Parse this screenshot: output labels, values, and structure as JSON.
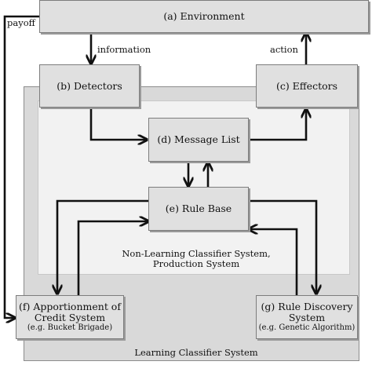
{
  "boxes": {
    "environment": {
      "label": "(a) Environment"
    },
    "detectors": {
      "label": "(b) Detectors"
    },
    "effectors": {
      "label": "(c) Effectors"
    },
    "message_list": {
      "label": "(d) Message List"
    },
    "rule_base": {
      "label": "(e) Rule Base"
    },
    "apportionment": {
      "line1": "(f) Apportionment of",
      "line2": "Credit System",
      "sub": "(e.g. Bucket Brigade)"
    },
    "rule_discovery": {
      "line1": "(g) Rule Discovery",
      "line2": "System",
      "sub": "(e.g. Genetic Algorithm)"
    }
  },
  "edge_labels": {
    "payoff": "payoff",
    "information": "information",
    "action": "action"
  },
  "regions": {
    "non_learning_line1": "Non-Learning Classifier System,",
    "non_learning_line2": "Production System",
    "learning": "Learning Classifier System"
  }
}
